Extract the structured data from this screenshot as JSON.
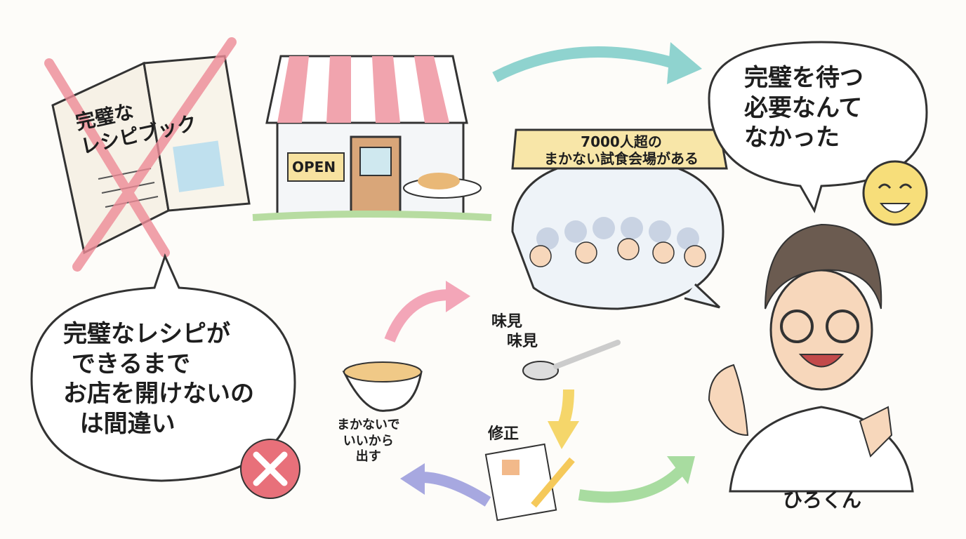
{
  "book": {
    "title": "完璧な\nレシピブック",
    "crossed_out": true
  },
  "shop": {
    "sign": "OPEN"
  },
  "banner": {
    "line1": "7000人超の",
    "line2": "まかない試食会場がある"
  },
  "speech_right": {
    "text": "完璧を待つ\n必要なんて\nなかった"
  },
  "speech_left": {
    "text": "完璧なレシピが\n できるまで\nお店を開けないの\n  は間違い"
  },
  "cycle": {
    "taste": "味見\n　味見",
    "fix": "修正",
    "serve": "まかないで\nいいから\n出す"
  },
  "character": {
    "name": "ひろくん"
  },
  "colors": {
    "pink": "#f3a6b8",
    "teal": "#8fd3cf",
    "yellow": "#f5d66a",
    "purple": "#a7a8e0",
    "green": "#a8dca0",
    "cross_red": "#e8707a"
  },
  "icons": [
    "book-icon",
    "shop-icon",
    "bowl-icon",
    "spoon-icon",
    "memo-pencil-icon",
    "smiley-icon",
    "cross-icon"
  ]
}
